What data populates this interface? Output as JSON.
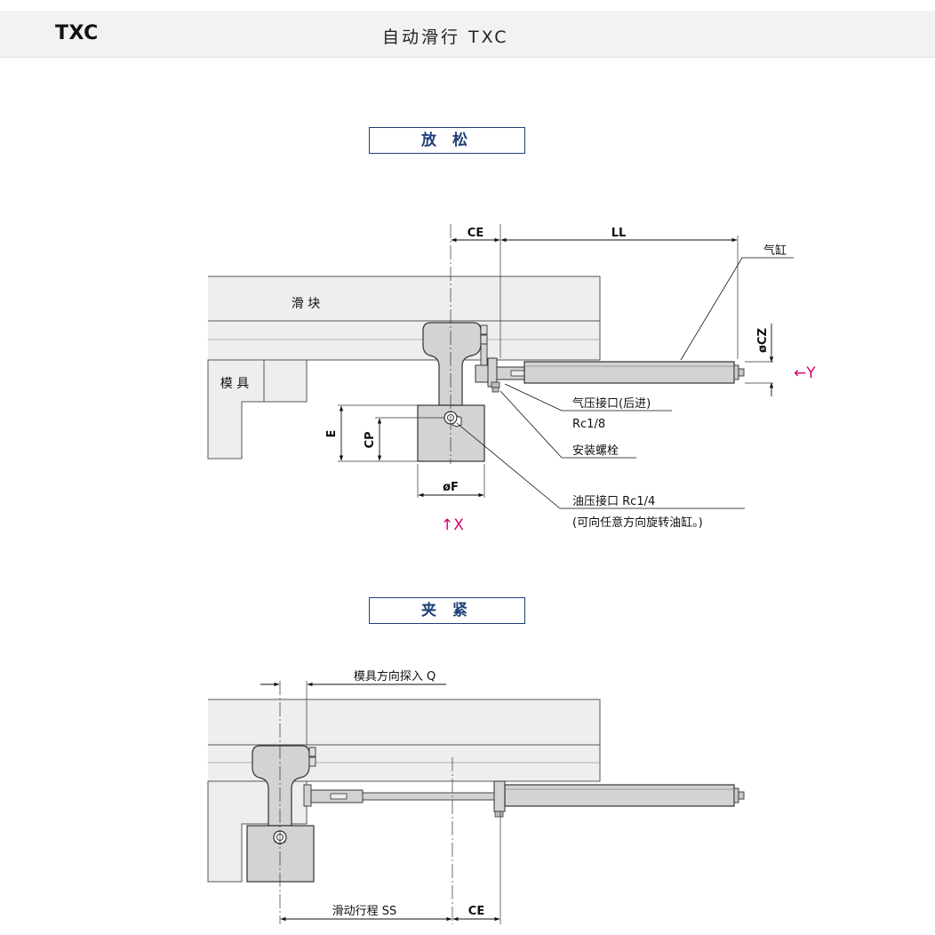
{
  "header": {
    "code": "TXC",
    "title": "自动滑行 TXC"
  },
  "sections": {
    "release": {
      "title": "放 松",
      "labels": {
        "slider": "滑 块",
        "mold": "模 具",
        "ce": "CE",
        "ll": "LL",
        "cylinder": "气缸",
        "cz": "øCZ",
        "y_dir": "←Y",
        "x_dir": "↑X",
        "air_port": "气压接口(后进)",
        "air_port_spec": "Rc1/8",
        "bolt": "安装螺栓",
        "e": "E",
        "cp": "CP",
        "f": "øF",
        "oil_port": "油压接口 Rc1/4",
        "oil_note": "(可向任意方向旋转油缸。)"
      }
    },
    "clamp": {
      "title": "夹 紧",
      "labels": {
        "q": "模具方向探入 Q",
        "ss": "滑动行程 SS",
        "ce": "CE"
      }
    }
  },
  "colors": {
    "accent": "#1e3f77",
    "direction": "#d6006f",
    "body": "#d3d3d3",
    "plate": "#eeeeee"
  }
}
